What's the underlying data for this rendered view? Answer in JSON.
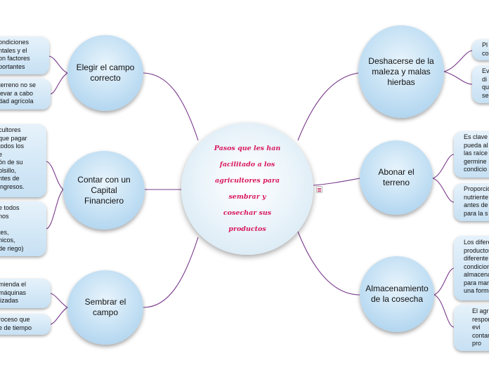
{
  "central": {
    "title": "Pasos que les han\nfacilitado a los\nagricultores  para\nsembrar y\ncosechar sus\nproductos"
  },
  "branches": [
    {
      "key": "elegir",
      "label": "Elegir el campo\ncorrecto",
      "leaves": [
        "ondiciones\nntales y el\non factores\nportantes",
        "terreno no se\nlevar a cabo\ndad agrícola"
      ]
    },
    {
      "key": "capital",
      "label": "Contar con un\nCapital\nFinanciero",
      "leaves": [
        "cultores\nque pagar\ntodos los\ne\nón de su\nolsillo,\nntes de\ningresos.",
        "e todos\nnos\n,\ntes,\nnicos,\nde riego)"
      ]
    },
    {
      "key": "sembrar",
      "label": "Sembrar el\ncampo",
      "leaves": [
        "mienda el\nmáquinas\nlizadas",
        "roceso que\ne de tiempo"
      ]
    },
    {
      "key": "maleza",
      "label": "Deshacerse de la\nmaleza y malas\nhierbas",
      "leaves": [
        "Pl\nco",
        "Ev\ndi\nqu\nse"
      ]
    },
    {
      "key": "abonar",
      "label": "Abonar el\nterreno",
      "leaves": [
        "Es clave\npueda al\nlas raíce\ngermine\ncondicio",
        "Proporció\nnutriente\nantes de\npara la s"
      ]
    },
    {
      "key": "almacenamiento",
      "label": "Almacenamiento\nde la cosecha",
      "leaves": [
        "Los difere\nproductos\ndiferente\ncondicione\nalmacena\npara man\nuna forma",
        "El agri\nrespon\nevi\ncontami\npro"
      ]
    }
  ],
  "colors": {
    "connector": "#7a3a8c",
    "central_text": "#d8185e"
  },
  "icons": [
    "menu-icon"
  ]
}
